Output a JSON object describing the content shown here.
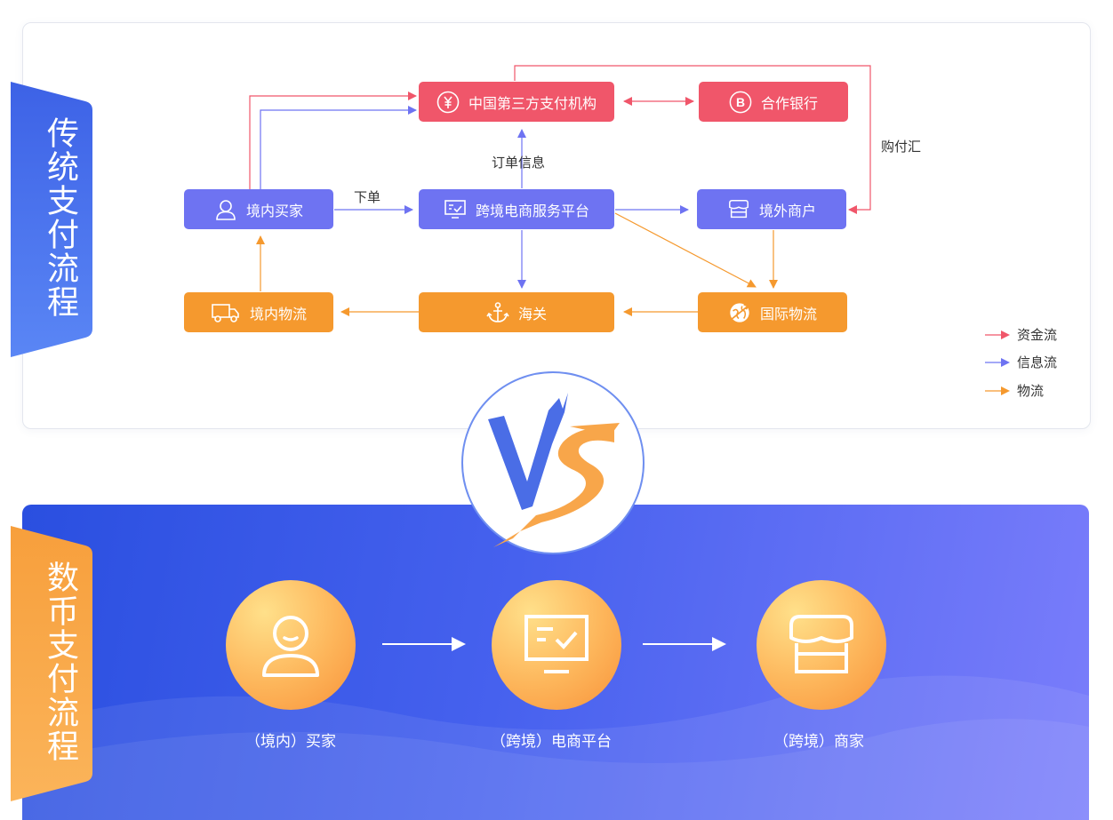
{
  "traditional": {
    "title": "传统支付流程",
    "nodes": {
      "third_party": "中国第三方支付机构",
      "partner_bank": "合作银行",
      "buyer": "境内买家",
      "platform": "跨境电商服务平台",
      "merchant": "境外商户",
      "domestic_logistics": "境内物流",
      "customs": "海关",
      "intl_logistics": "国际物流"
    },
    "edge_labels": {
      "order": "下单",
      "order_info": "订单信息",
      "fx": "购付汇"
    },
    "legend": [
      {
        "label": "资金流",
        "color": "#f0566a"
      },
      {
        "label": "信息流",
        "color": "#6e73f2"
      },
      {
        "label": "物流",
        "color": "#f5992e"
      }
    ]
  },
  "vs": {
    "text": "VS"
  },
  "digital": {
    "title": "数币支付流程",
    "steps": [
      {
        "label": "（境内）买家",
        "icon": "user-icon"
      },
      {
        "label": "（跨境）电商平台",
        "icon": "monitor-check-icon"
      },
      {
        "label": "（跨境）商家",
        "icon": "store-icon"
      }
    ]
  },
  "colors": {
    "red": "#f0566a",
    "purple": "#6e73f2",
    "orange": "#f5992e",
    "blue": "#3b5ce8",
    "tab_orange": "#f7a443"
  }
}
